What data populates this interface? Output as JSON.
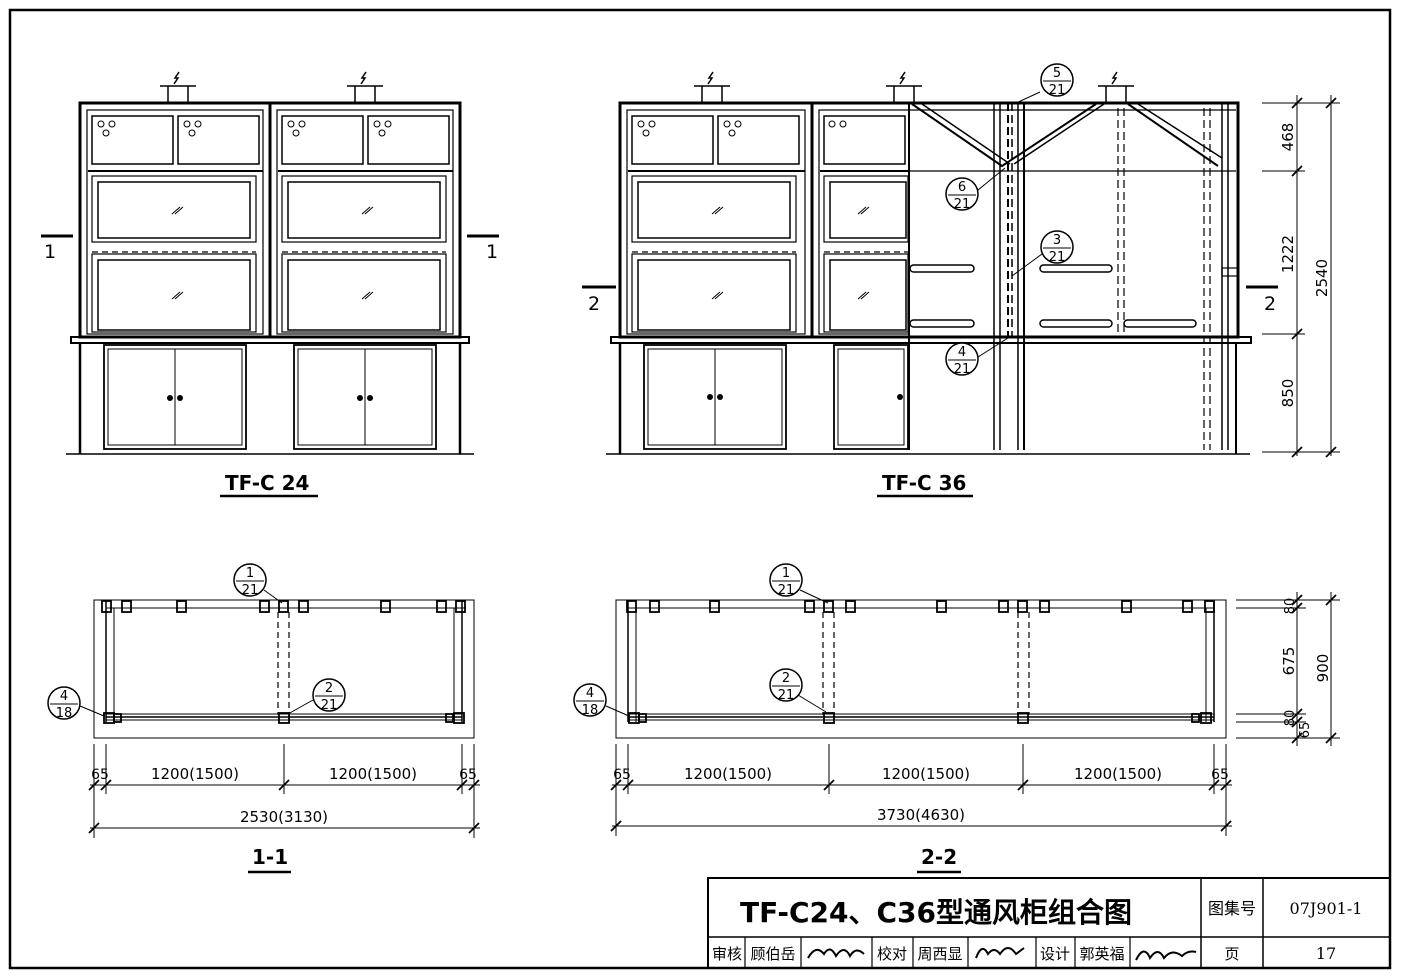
{
  "views": {
    "left_elev_title": "TF-C 24",
    "right_elev_title": "TF-C 36",
    "left_plan_title": "1-1",
    "right_plan_title": "2-2",
    "section_1": "1",
    "section_2": "2"
  },
  "callouts": {
    "c5": {
      "num": "5",
      "den": "21"
    },
    "c6": {
      "num": "6",
      "den": "21"
    },
    "c3": {
      "num": "3",
      "den": "21"
    },
    "c4": {
      "num": "4",
      "den": "21"
    },
    "p1": {
      "num": "1",
      "den": "21"
    },
    "p2": {
      "num": "2",
      "den": "21"
    },
    "p4": {
      "num": "4",
      "den": "18"
    }
  },
  "dims": {
    "h468": "468",
    "h1222": "1222",
    "h850": "850",
    "h2540": "2540",
    "d80a": "80",
    "d675": "675",
    "d80b": "80",
    "d65": "65",
    "d900": "900",
    "w65": "65",
    "w1200": "1200(1500)",
    "w2530": "2530(3130)",
    "w3730": "3730(4630)"
  },
  "title_block": {
    "title": "TF-C24、C36型通风柜组合图",
    "atlas_label": "图集号",
    "atlas_no": "07J901-1",
    "review_label": "审核",
    "review_name": "顾伯岳",
    "check_label": "校对",
    "check_name": "周西显",
    "design_label": "设计",
    "design_name": "郭英福",
    "page_label": "页",
    "page_no": "17"
  }
}
